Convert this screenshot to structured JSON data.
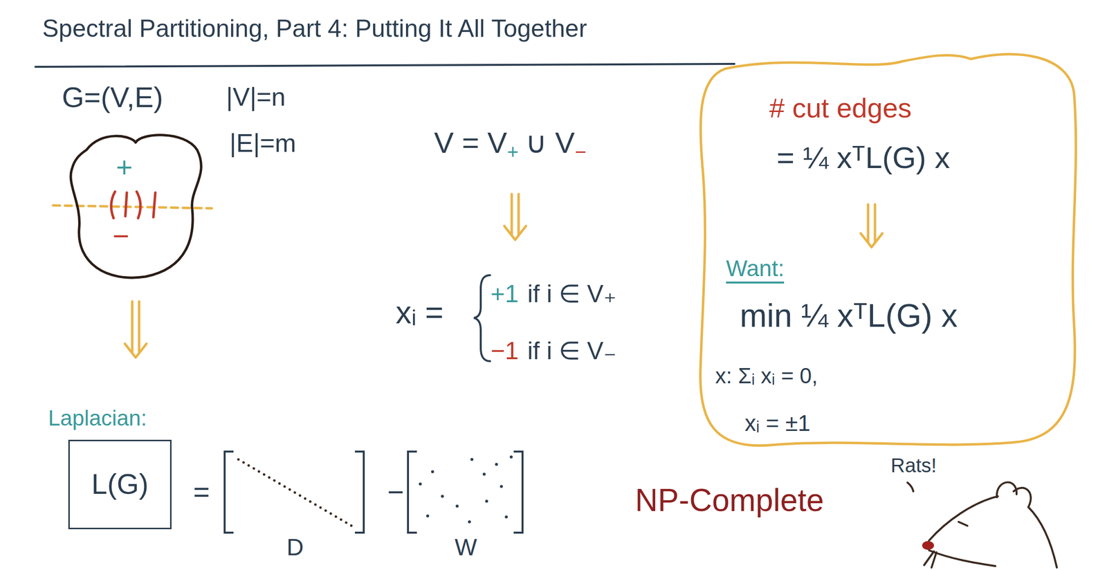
{
  "diagram": {
    "title": "Spectral Partitioning, Part 4: Putting It All Together",
    "nodes": [
      {
        "text": [
          "+",
          "−"
        ]
      },
      {
        "text": [
          "Laplacian:",
          "L(G)"
        ]
      },
      {
        "text": [
          "# cut edges",
          "= ¼ xᵀL(G) x",
          "Want:",
          "min ¼ xᵀL(G) x",
          "x: Σᵢ xᵢ = 0,",
          "xᵢ = ±1"
        ]
      }
    ],
    "edges": [
      {
        "from": 0,
        "to": 1,
        "arrow": "to"
      }
    ],
    "labels": [
      "G=(V,E)",
      "|V|=n",
      "|E|=m",
      "V = V",
      "+",
      "∪ V",
      "−",
      "xᵢ =",
      "+1",
      "if i ∈ V₊",
      "−1",
      "if i ∈ V₋",
      "=",
      "D",
      "−",
      "W",
      "NP-Complete",
      "Rats!"
    ]
  }
}
